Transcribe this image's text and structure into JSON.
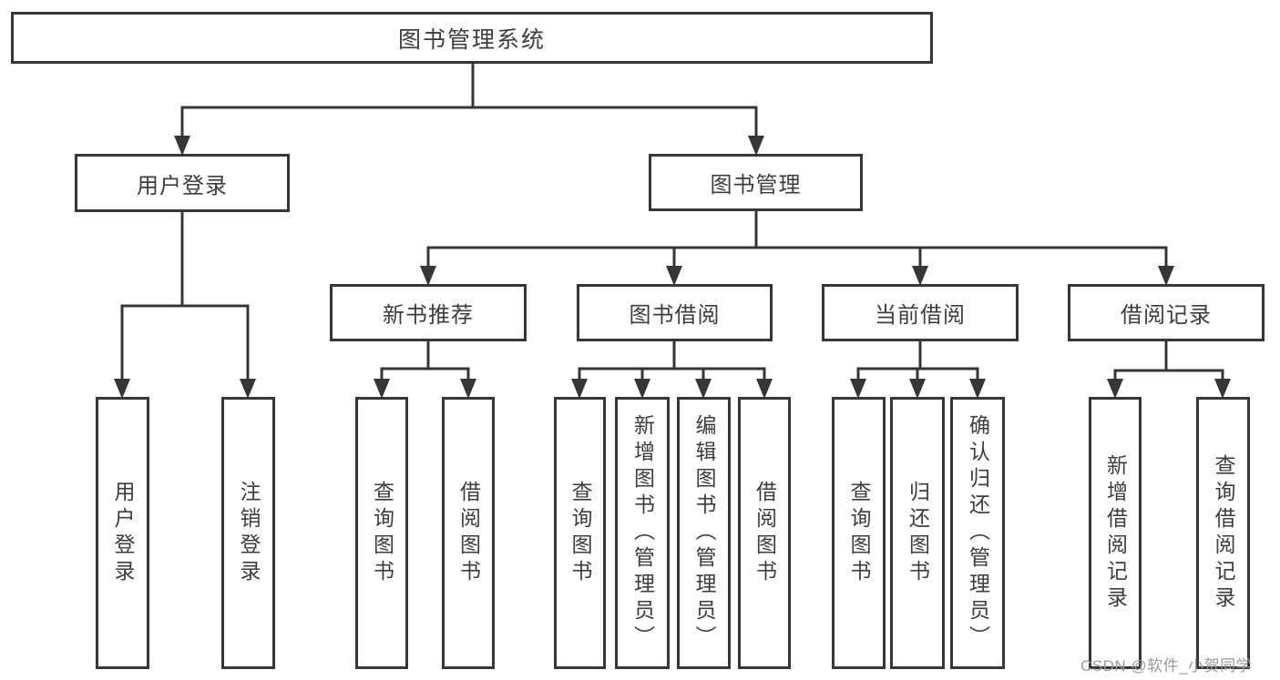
{
  "tree": {
    "root": "图书管理系统",
    "branches": [
      {
        "label": "用户登录",
        "children": [
          "用户登录",
          "注销登录"
        ]
      },
      {
        "label": "图书管理",
        "groups": [
          {
            "label": "新书推荐",
            "children": [
              "查询图书",
              "借阅图书"
            ]
          },
          {
            "label": "图书借阅",
            "children": [
              "查询图书",
              "新增图书（管理员）",
              "编辑图书（管理员）",
              "借阅图书"
            ]
          },
          {
            "label": "当前借阅",
            "children": [
              "查询图书",
              "归还图书",
              "确认归还（管理员）"
            ]
          },
          {
            "label": "借阅记录",
            "children": [
              "新增借阅记录",
              "查询借阅记录"
            ]
          }
        ]
      }
    ]
  },
  "watermark": {
    "text": "CSDN @软件_小贺同学"
  },
  "colors": {
    "line": "#363636",
    "text": "#3d3d3d",
    "background": "#ffffff",
    "watermark": "#9a9a9a"
  }
}
